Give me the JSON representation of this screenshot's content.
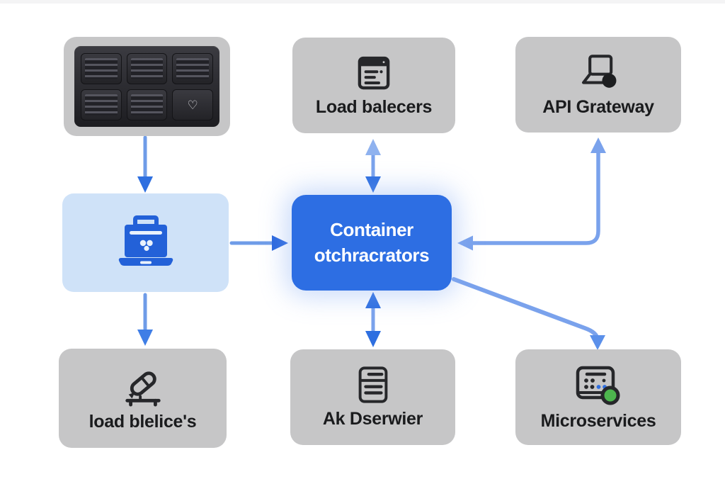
{
  "diagram": {
    "nodes": {
      "server_rack": {
        "label": "",
        "icon": "server-rack-image"
      },
      "load_balancers": {
        "label": "Load balecers",
        "icon": "browser-window-icon"
      },
      "api_gateway": {
        "label": "API Grateway",
        "icon": "laptop-status-dot-icon"
      },
      "devices": {
        "label": "",
        "icon": "briefcase-laptop-icon"
      },
      "orchestrator": {
        "label_line1": "Container",
        "label_line2": "otchracrators"
      },
      "load_devices": {
        "label": "load blelice's",
        "icon": "microphone-stand-icon"
      },
      "app_server": {
        "label": "Ak Dserwier",
        "icon": "stacked-server-icon"
      },
      "microservices": {
        "label": "Microservices",
        "icon": "service-board-status-icon"
      }
    },
    "edges": [
      {
        "from": "server_rack",
        "to": "devices",
        "direction": "down"
      },
      {
        "from": "load_balancers",
        "to": "orchestrator",
        "direction": "both"
      },
      {
        "from": "devices",
        "to": "orchestrator",
        "direction": "right"
      },
      {
        "from": "orchestrator",
        "to": "api_gateway",
        "direction": "both",
        "shape": "elbow"
      },
      {
        "from": "devices",
        "to": "load_devices",
        "direction": "down"
      },
      {
        "from": "orchestrator",
        "to": "app_server",
        "direction": "both"
      },
      {
        "from": "orchestrator",
        "to": "microservices",
        "direction": "down",
        "shape": "diagonal"
      }
    ],
    "colors": {
      "background": "#ffffff",
      "node_gray": "#c6c6c7",
      "node_light_blue": "#cfe2f8",
      "node_primary_blue": "#2d6ee3",
      "arrow_shaft_blue": "#7aa2ec",
      "arrowhead_dark_blue": "#2e6fe0",
      "arrowhead_light_blue": "#8fb2ef",
      "icon_dark": "#26272a",
      "icon_blue": "#2361d8",
      "status_green": "#4db54e",
      "label_text": "#1a1b1d",
      "center_text": "#ffffff"
    }
  }
}
